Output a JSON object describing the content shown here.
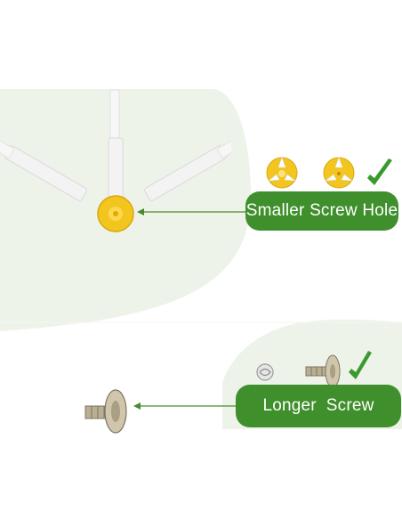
{
  "callouts": [
    {
      "label": "Smaller Screw Hole"
    },
    {
      "label": "Longer  Screw"
    }
  ],
  "colors": {
    "panel_background": "#eef3e9",
    "badge": "#3f8f2c",
    "badge_text": "#ffffff",
    "checkmark": "#3a9a2e",
    "arrow": "#4a8a2e",
    "hub_yellow": "#f3c51f",
    "bristles": "#f2f2f2",
    "metal": "#b8ae93"
  },
  "icons": {
    "good": "checkmark-icon",
    "brush": "side-brush-image",
    "hub": "brush-hub-image",
    "screw": "screw-image"
  }
}
